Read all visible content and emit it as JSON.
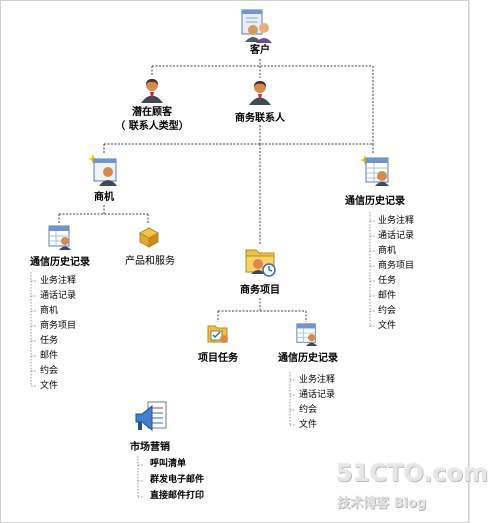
{
  "nodes": {
    "customer": "客户",
    "potential_customer": "潜在顾客",
    "potential_customer_sub": "（ 联系人类型）",
    "business_contact": "商务联系人",
    "opportunity": "商机",
    "history_right": "通信历史记录",
    "history_left": "通信历史记录",
    "products": "产品和服务",
    "project": "商务项目",
    "project_task": "项目任务",
    "history_project": "通信历史记录",
    "marketing": "市场营销"
  },
  "lists": {
    "history_right_items": [
      "业务注释",
      "通话记录",
      "商机",
      "商务项目",
      "任务",
      "邮件",
      "约会",
      "文件"
    ],
    "history_left_items": [
      "业务注释",
      "通话记录",
      "商机",
      "商务项目",
      "任务",
      "邮件",
      "约会",
      "文件"
    ],
    "history_project_items": [
      "业务注释",
      "通话记录",
      "约会",
      "文件"
    ],
    "marketing_items": [
      "呼叫清单",
      "群发电子邮件",
      "直接邮件打印"
    ]
  },
  "watermark": {
    "site": "51CTO.com",
    "blog": "技术博客 Blog"
  },
  "icons": {
    "customer": "contact-card-people-icon",
    "person": "person-icon",
    "opportunity": "opportunity-card-icon",
    "history": "history-table-icon",
    "products": "package-box-icon",
    "project": "folder-clock-icon",
    "project_task": "task-folder-icon",
    "marketing": "megaphone-list-icon"
  },
  "colors": {
    "connector": "#444444",
    "list_branch": "#9a9a9a"
  }
}
